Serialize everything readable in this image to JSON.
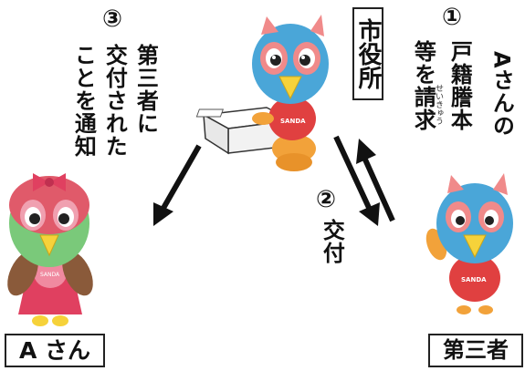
{
  "city_hall": {
    "label": "市役所"
  },
  "person_a": {
    "label": "A さん"
  },
  "third_party": {
    "label": "第三者"
  },
  "steps": {
    "step1": {
      "number": "①",
      "text_col1": "Aさんの",
      "text_col2": "戸籍謄本",
      "text_col3": "等を請求",
      "ruby": "せいきゅう"
    },
    "step2": {
      "number": "②",
      "text": "交付"
    },
    "step3": {
      "number": "③",
      "text_col1": "第三者に",
      "text_col2": "交付された",
      "text_col3": "ことを通知"
    }
  },
  "mascot_shirt_text": "SANDA",
  "colors": {
    "mascot_blue": "#4aa6d8",
    "mascot_pink": "#f08a8a",
    "mascot_beak": "#f6d23a",
    "mascot_red": "#e04040",
    "mascot_brown": "#8a5a3a",
    "girl_green": "#7ac97a"
  }
}
